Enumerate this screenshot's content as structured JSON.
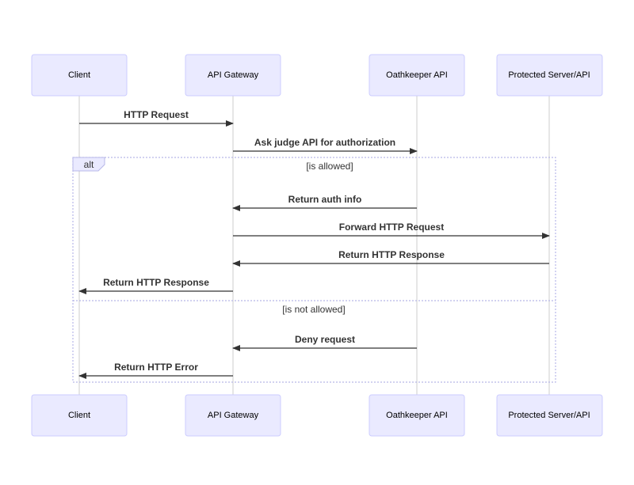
{
  "participants": [
    {
      "id": "client",
      "label": "Client"
    },
    {
      "id": "gateway",
      "label": "API Gateway"
    },
    {
      "id": "oathkeeper",
      "label": "Oathkeeper API"
    },
    {
      "id": "server",
      "label": "Protected Server/API"
    }
  ],
  "messages": [
    {
      "from": "client",
      "to": "gateway",
      "text": "HTTP Request"
    },
    {
      "from": "gateway",
      "to": "oathkeeper",
      "text": "Ask judge API for authorization"
    },
    {
      "from": "oathkeeper",
      "to": "gateway",
      "text": "Return auth info"
    },
    {
      "from": "gateway",
      "to": "server",
      "text": "Forward HTTP Request"
    },
    {
      "from": "server",
      "to": "gateway",
      "text": "Return HTTP Response"
    },
    {
      "from": "gateway",
      "to": "client",
      "text": "Return HTTP Response"
    },
    {
      "from": "oathkeeper",
      "to": "gateway",
      "text": "Deny request"
    },
    {
      "from": "gateway",
      "to": "client",
      "text": "Return HTTP Error"
    }
  ],
  "alt_frame": {
    "label": "alt",
    "conditions": [
      "[is allowed]",
      "[is not allowed]"
    ]
  },
  "colors": {
    "actor_fill": "#eaeaff",
    "actor_border": "#ccccff",
    "line": "#333333",
    "frame": "#b8b8e8"
  }
}
